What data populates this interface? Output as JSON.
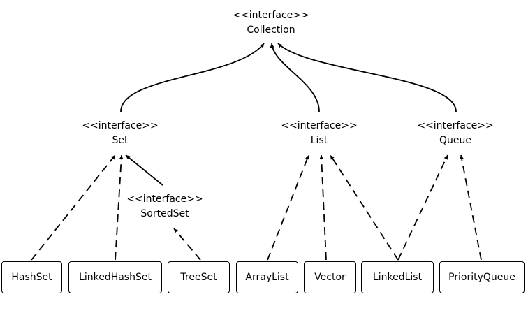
{
  "interfaces": {
    "collection": {
      "stereotype": "<<interface>>",
      "name": "Collection"
    },
    "set": {
      "stereotype": "<<interface>>",
      "name": "Set"
    },
    "list": {
      "stereotype": "<<interface>>",
      "name": "List"
    },
    "queue": {
      "stereotype": "<<interface>>",
      "name": "Queue"
    },
    "sortedset": {
      "stereotype": "<<interface>>",
      "name": "SortedSet"
    }
  },
  "classes": {
    "hashset": "HashSet",
    "linkedhashset": "LinkedHashSet",
    "treeset": "TreeSet",
    "arraylist": "ArrayList",
    "vector": "Vector",
    "linkedlist": "LinkedList",
    "priorityqueue": "PriorityQueue"
  },
  "relations": [
    {
      "from": "Set",
      "to": "Collection",
      "kind": "extends"
    },
    {
      "from": "List",
      "to": "Collection",
      "kind": "extends"
    },
    {
      "from": "Queue",
      "to": "Collection",
      "kind": "extends"
    },
    {
      "from": "SortedSet",
      "to": "Set",
      "kind": "extends"
    },
    {
      "from": "HashSet",
      "to": "Set",
      "kind": "implements"
    },
    {
      "from": "LinkedHashSet",
      "to": "Set",
      "kind": "implements"
    },
    {
      "from": "TreeSet",
      "to": "SortedSet",
      "kind": "implements"
    },
    {
      "from": "ArrayList",
      "to": "List",
      "kind": "implements"
    },
    {
      "from": "Vector",
      "to": "List",
      "kind": "implements"
    },
    {
      "from": "LinkedList",
      "to": "List",
      "kind": "implements"
    },
    {
      "from": "LinkedList",
      "to": "Queue",
      "kind": "implements"
    },
    {
      "from": "PriorityQueue",
      "to": "Queue",
      "kind": "implements"
    }
  ]
}
